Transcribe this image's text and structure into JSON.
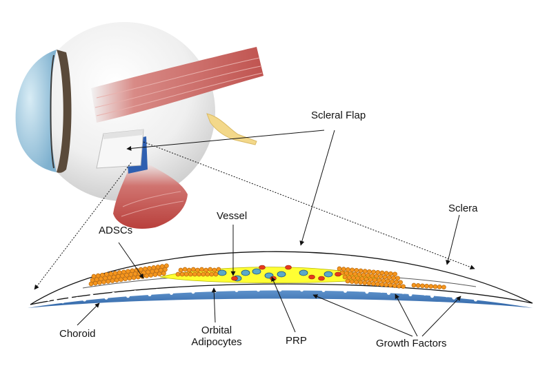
{
  "labels": {
    "scleral_flap": "Scleral Flap",
    "sclera": "Sclera",
    "vessel": "Vessel",
    "adscs": "ADSCs",
    "choroid": "Choroid",
    "orbital_adipocytes_line1": "Orbital",
    "orbital_adipocytes_line2": "Adipocytes",
    "prp": "PRP",
    "growth_factors": "Growth Factors"
  },
  "colors": {
    "cornea": "#a9cfe3",
    "sclera_white": "#f4f4f4",
    "muscle_red": "#c9605c",
    "muscle_white": "#e8e8e8",
    "nerve_yellow": "#f3d88a",
    "choroid_blue": "#3f78b8",
    "prp_yellow": "#ffff33",
    "adipocyte_orange": "#f5961e",
    "vessel_red": "#e83a1c",
    "vessel_teal": "#5aa9c8",
    "graft_blue": "#2e5fb0"
  }
}
